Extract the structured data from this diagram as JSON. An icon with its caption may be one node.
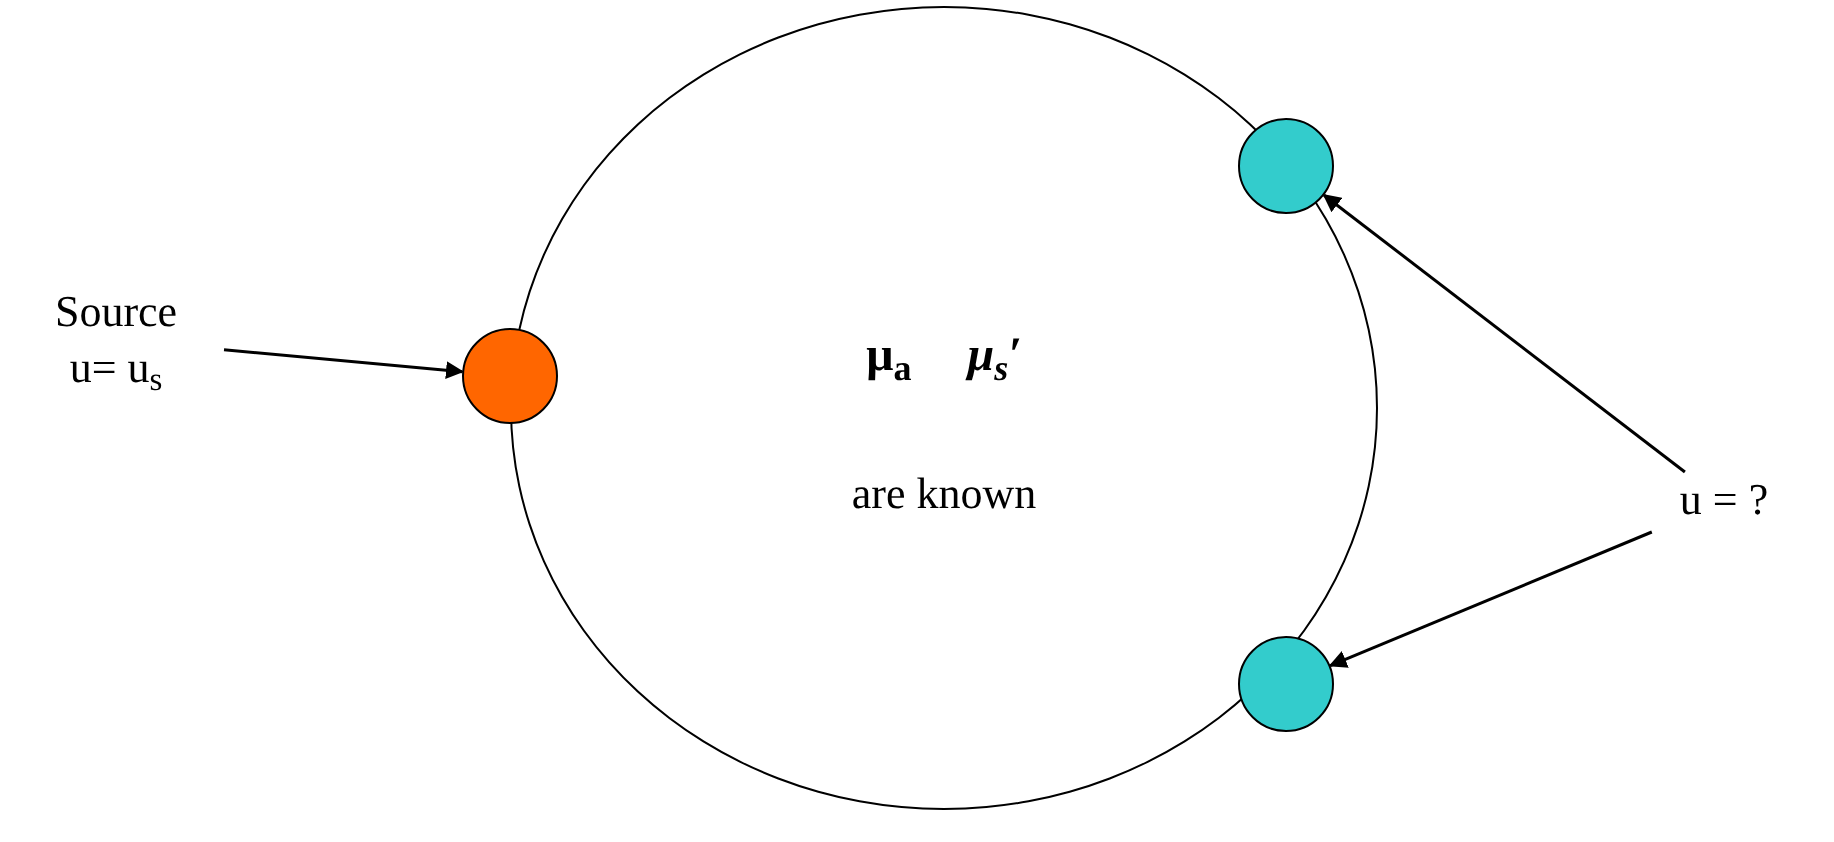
{
  "diagram": {
    "nodes": [
      {
        "text": [
          "μ$_{a}$",
          "*μ$_{s}$′*",
          "are known"
        ]
      },
      {
        "text": [],
        "shape": "circle"
      },
      {
        "text": [],
        "shape": "circle",
        "in": 0
      },
      {
        "text": [],
        "shape": "circle",
        "in": 0
      },
      {
        "text": [
          "Source",
          "u= u$_{s}$"
        ]
      },
      {
        "text": [
          "u = ?"
        ]
      }
    ],
    "edges": [
      {
        "from": 4,
        "to": 1,
        "arrow": "to"
      },
      {
        "from": 5,
        "to": 2,
        "arrow": "to"
      },
      {
        "from": 5,
        "to": 3,
        "arrow": "to"
      }
    ]
  }
}
